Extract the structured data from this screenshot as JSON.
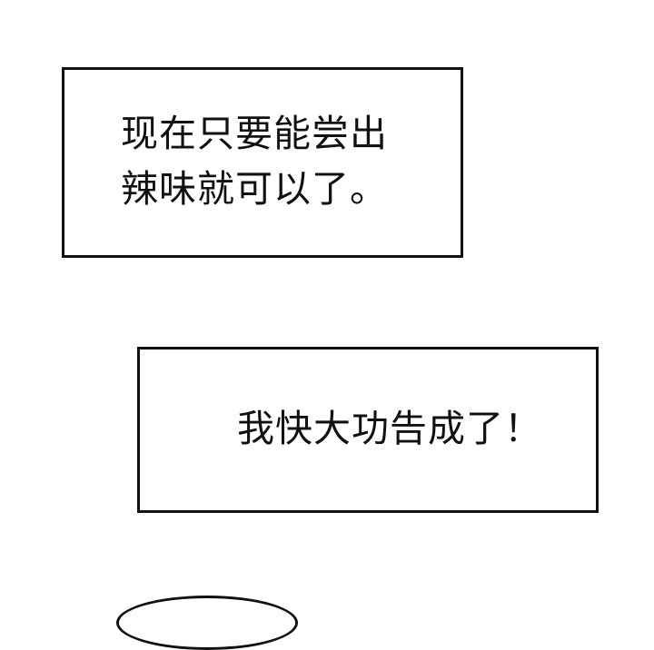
{
  "panel": {
    "background_color": "#ffffff",
    "ink_color": "#111111"
  },
  "captions": [
    {
      "lines": [
        "现在只要能尝出",
        "辣味就可以了。"
      ]
    },
    {
      "lines": [
        "我快大功告成了！"
      ]
    }
  ]
}
